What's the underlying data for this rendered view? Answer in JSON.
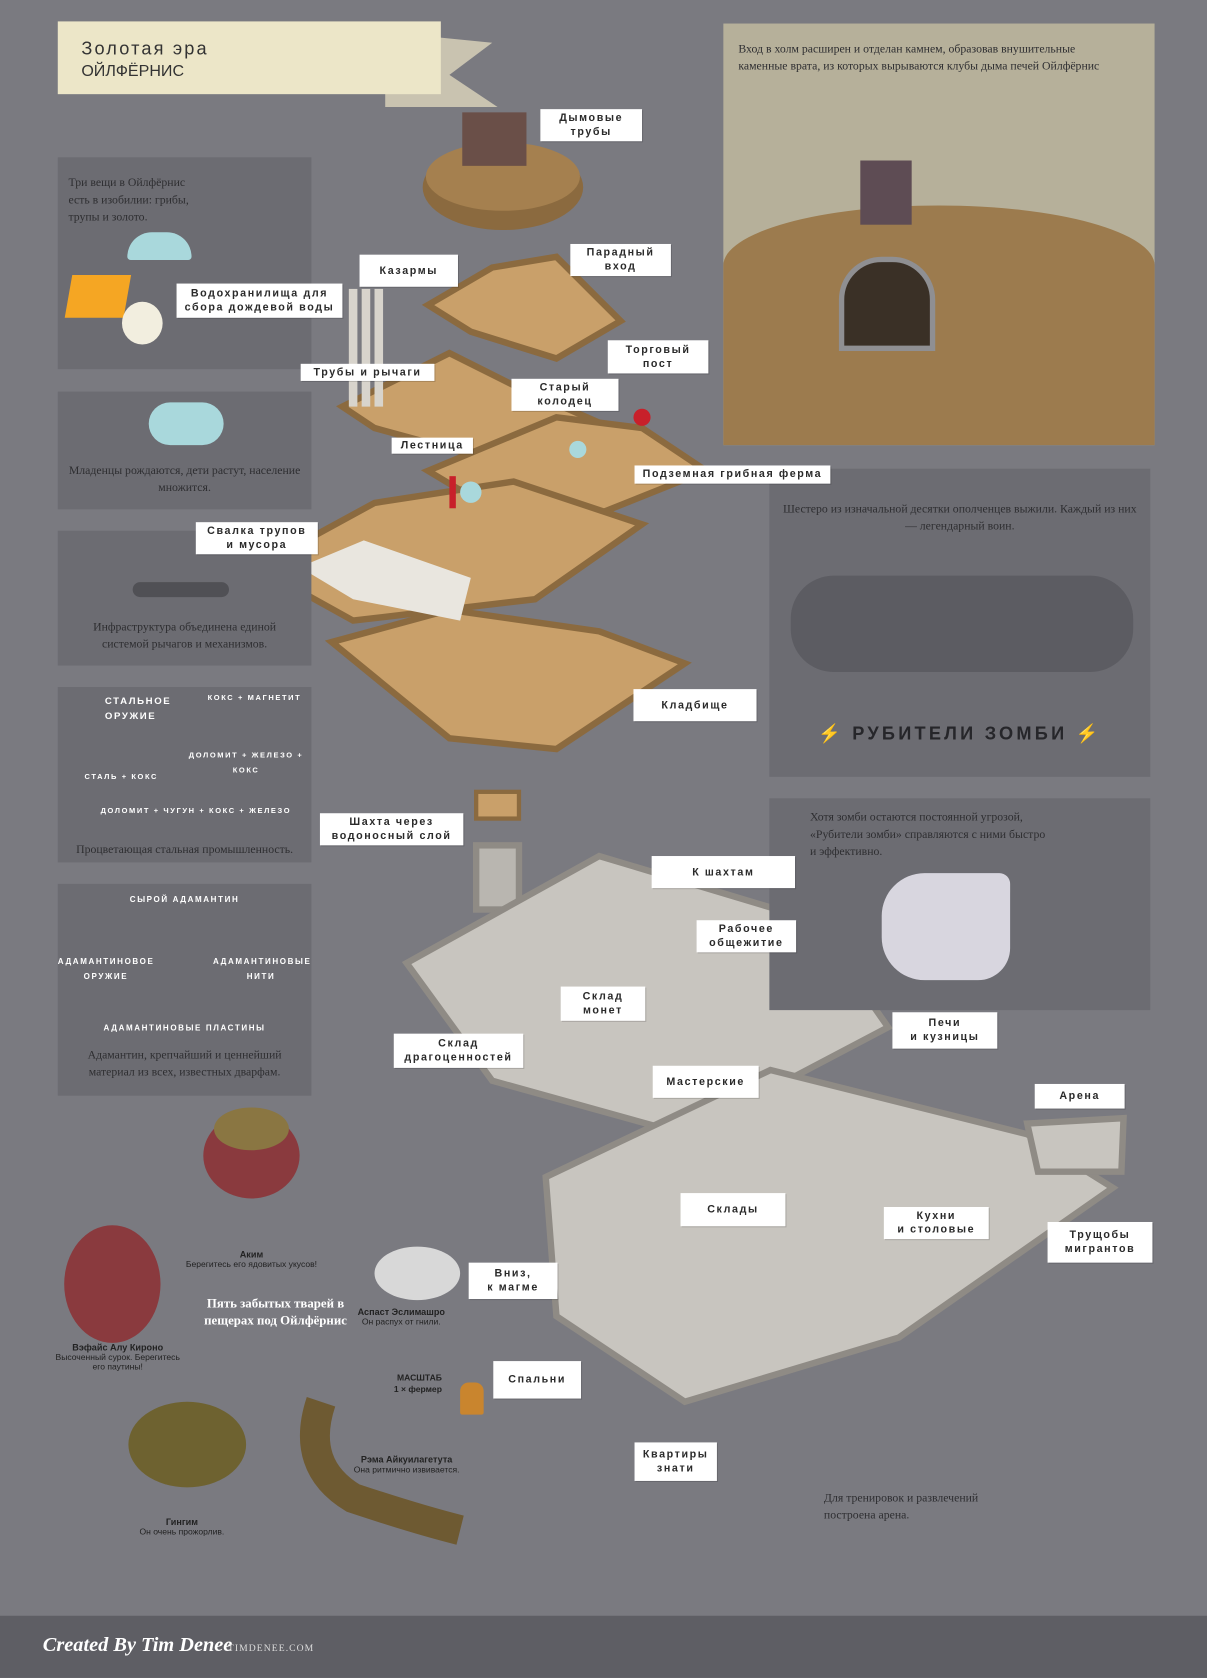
{
  "title": {
    "line1": "Золотая эра",
    "line2": "ОЙЛФЁРНИС"
  },
  "side_panels": {
    "abundance": "Три  вещи в Ойлфёрнис есть в изобилии: грибы, трупы и золото.",
    "babies": "Младенцы рождаются, дети растут, население множится.",
    "infrastructure": "Инфраструктура объединена единой системой рычагов и механизмов.",
    "steel": {
      "weapon": "СТАЛЬНОЕ\nОРУЖИЕ",
      "coke_magnetite": "КОКС + МАГНЕТИТ",
      "dolomite_iron_coke": "ДОЛОМИТ + ЖЕЛЕЗО + КОКС",
      "steel_coke": "СТАЛЬ + КОКС",
      "dolomite_pig_iron": "ДОЛОМИТ + ЧУГУН + КОКС + ЖЕЛЕЗО",
      "caption": "Процветающая стальная промышленность."
    },
    "adamantine": {
      "raw": "СЫРОЙ АДАМАНТИН",
      "weapon": "АДАМАНТИНОВОЕ\nОРУЖИЕ",
      "threads": "АДАМАНТИНОВЫЕ\nНИТИ",
      "plates": "АДАМАНТИНОВЫЕ ПЛАСТИНЫ",
      "caption": "Адамантин, крепчайший и ценнейший материал из всех, известных дварфам."
    }
  },
  "right_panels": {
    "entrance": "Вход в холм расширен и отделан камнем, образовав внушительные каменные врата, из которых вырываются клубы дыма печей Ойлфёрнис",
    "survivors": "Шестеро из изначальной десятки ополченцев выжили. Каждый из них — легендарный воин.",
    "zombie_choppers": "РУБИТЕЛИ ЗОМБИ",
    "zombie_text": "Хотя зомби остаются постоянной угрозой, «Рубители зомби» справляются с ними быстро и эффективно.",
    "arena_text": "Для тренировок и развлечений построена арена."
  },
  "map_labels": {
    "chimneys": "Дымовые\nтрубы",
    "main_entrance": "Парадный\nвход",
    "barracks": "Казармы",
    "reservoirs": "Водохранилища для\nсбора дождевой воды",
    "trading_post": "Торговый\nпост",
    "pipes_levers": "Трубы и рычаги",
    "old_well": "Старый\nколодец",
    "stairs": "Лестница",
    "mushroom_farm": "Подземная грибная ферма",
    "dump": "Свалка трупов\nи мусора",
    "cemetery": "Кладбище",
    "shaft": "Шахта через\nводоносный слой",
    "to_mines": "К шахтам",
    "dormitory": "Рабочее\nобщежитие",
    "coin_storage": "Склад\nмонет",
    "furnaces": "Печи\nи кузницы",
    "gem_storage": "Склад\nдрагоценностей",
    "workshops": "Мастерские",
    "arena": "Арена",
    "warehouses": "Склады",
    "kitchens": "Кухни\nи столовые",
    "slums": "Трущобы\nмигрантов",
    "down_magma": "Вниз,\nк магме",
    "bedrooms": "Спальни",
    "noble_quarters": "Квартиры\nзнати"
  },
  "scale": {
    "title": "МАСШТАБ",
    "value": "1 × фермер"
  },
  "creatures": {
    "heading": "Пять забытых тварей в пещерах под Ойлфёрнис",
    "list": [
      {
        "name": "Аким",
        "desc": "Берегитесь его ядовитых укусов!"
      },
      {
        "name": "Вэфайс Алу Кироно",
        "desc": "Высоченный сурок. Берегитесь его паутины!"
      },
      {
        "name": "Аспаст Эслимашро",
        "desc": "Он распух от гнили."
      },
      {
        "name": "Гингим",
        "desc": "Он очень прожорлив."
      },
      {
        "name": "Рэма Айкуилагетута",
        "desc": "Она ритмично извивается."
      }
    ]
  },
  "footer": {
    "credit": "Created By Tim Denee",
    "site": "TIMDENEE.COM"
  },
  "colors": {
    "background": "#7a7a80",
    "panel": "#6c6c72",
    "earth": "#c9a06a",
    "stone": "#c8c5bf",
    "footer": "#5e5e64"
  }
}
